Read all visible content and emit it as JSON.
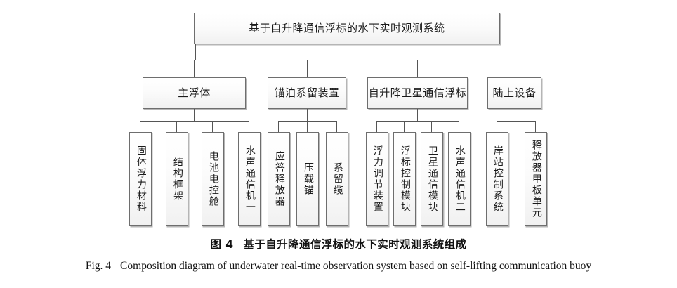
{
  "figure": {
    "caption_cn_label": "图 4",
    "caption_cn_text": "基于自升降通信浮标的水下实时观测系统组成",
    "caption_en_label": "Fig. 4",
    "caption_en_text": "Composition diagram of underwater real-time observation system based on self-lifting communication buoy"
  },
  "diagram": {
    "type": "tree",
    "root": {
      "label": "基于自升降通信浮标的水下实时观测系统"
    },
    "branches": [
      {
        "label": "主浮体",
        "children": [
          {
            "label": "固体浮力材料"
          },
          {
            "label": "结构框架"
          },
          {
            "label": "电池电控舱"
          },
          {
            "label": "水声通信机一"
          }
        ]
      },
      {
        "label": "锚泊系留装置",
        "children": [
          {
            "label": "应答释放器"
          },
          {
            "label": "压载锚"
          },
          {
            "label": "系留缆"
          }
        ]
      },
      {
        "label": "自升降卫星通信浮标",
        "children": [
          {
            "label": "浮力调节装置"
          },
          {
            "label": "浮标控制模块"
          },
          {
            "label": "卫星通信模块"
          },
          {
            "label": "水声通信机二"
          }
        ]
      },
      {
        "label": "陆上设备",
        "children": [
          {
            "label": "岸站控制系统"
          },
          {
            "label": "释放器甲板单元"
          }
        ]
      }
    ],
    "colors": {
      "box_border": "#6e6e6e",
      "box_fill": "#f7f7f7",
      "line": "#555555",
      "text": "#1a1a1a",
      "background": "#ffffff"
    }
  }
}
